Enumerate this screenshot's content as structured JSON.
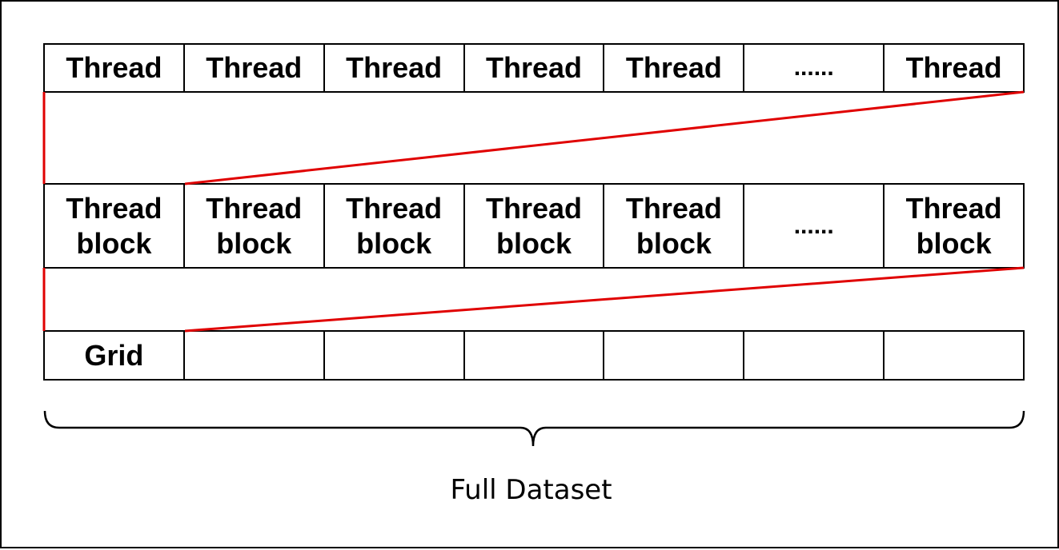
{
  "rows": {
    "thread": [
      "Thread",
      "Thread",
      "Thread",
      "Thread",
      "Thread",
      "......",
      "Thread"
    ],
    "block": [
      "Thread\nblock",
      "Thread\nblock",
      "Thread\nblock",
      "Thread\nblock",
      "Thread\nblock",
      "......",
      "Thread\nblock"
    ],
    "grid": [
      "Grid",
      "",
      "",
      "",
      "",
      "",
      ""
    ]
  },
  "brace_label": "Full Dataset",
  "colors": {
    "connector": "#e00000",
    "border": "#000000"
  }
}
